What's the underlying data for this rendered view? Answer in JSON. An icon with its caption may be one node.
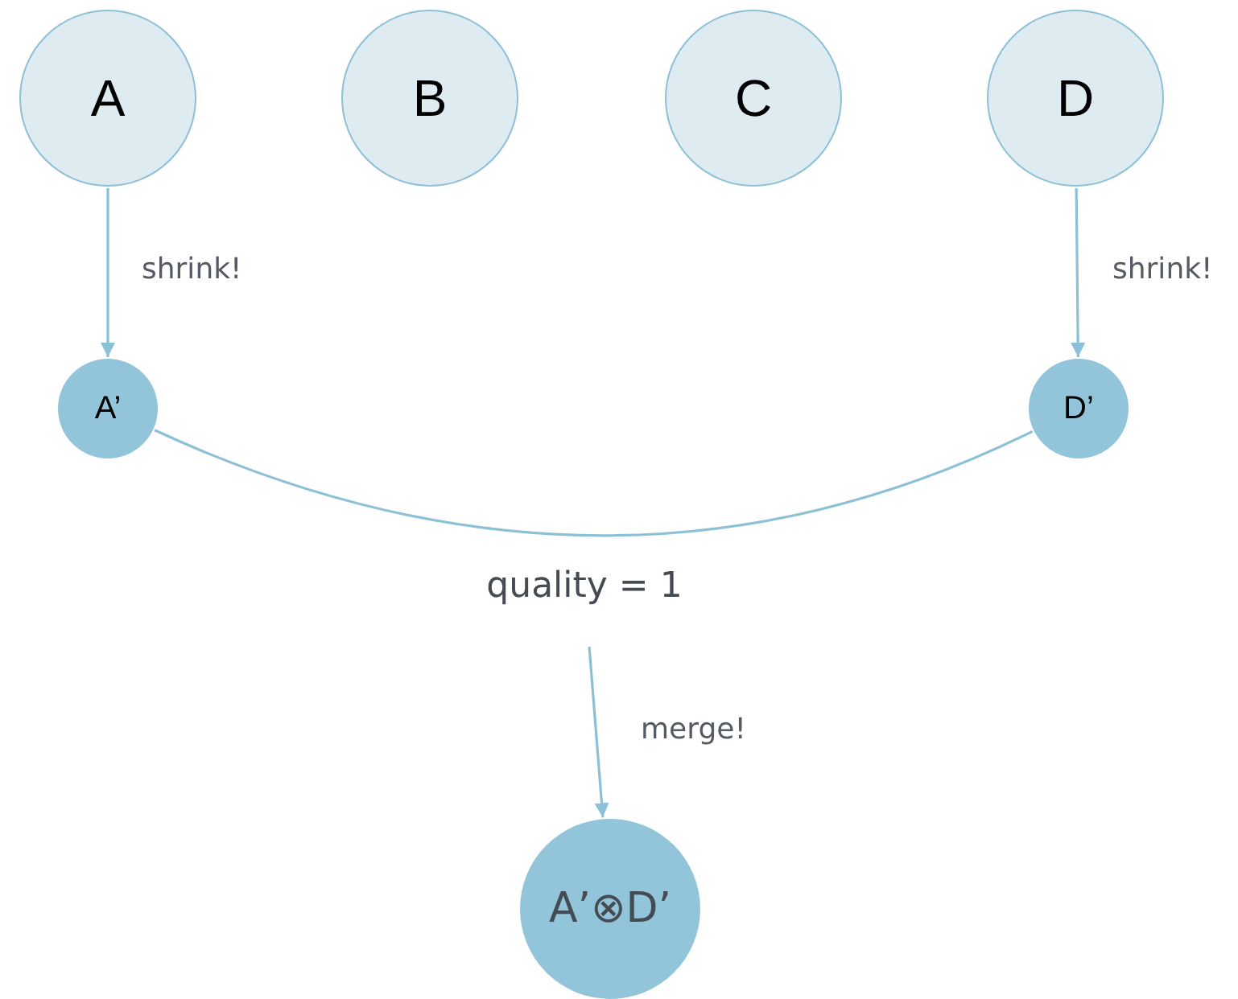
{
  "diagram": {
    "nodes": [
      {
        "text": [
          "A"
        ]
      },
      {
        "text": [
          "B"
        ]
      },
      {
        "text": [
          "C"
        ]
      },
      {
        "text": [
          "D"
        ]
      },
      {
        "text": [
          "A’"
        ]
      },
      {
        "text": [
          "D’"
        ]
      },
      {
        "text": [
          "quality = 1"
        ]
      },
      {
        "text": [
          "A’⊗D’"
        ]
      }
    ],
    "edges": [
      {
        "from": 0,
        "to": 4,
        "arrow": "to",
        "label": "shrink!"
      },
      {
        "from": 3,
        "to": 5,
        "arrow": "to",
        "label": "shrink!"
      },
      {
        "from": 4,
        "to": 5,
        "arrow": "none"
      },
      {
        "from": 6,
        "to": 7,
        "arrow": "to",
        "label": "merge!"
      }
    ]
  }
}
